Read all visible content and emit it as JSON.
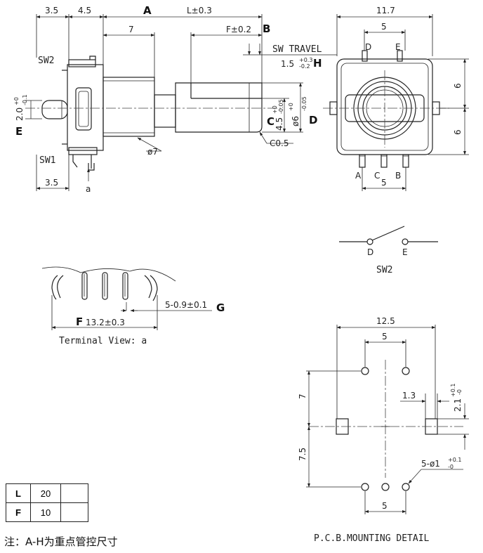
{
  "side_view": {
    "dim_3_5_top": "3.5",
    "dim_4_5": "4.5",
    "label_A": "A",
    "dim_L": "L±0.3",
    "dim_7": "7",
    "dim_F": "F±0.2",
    "label_B": "B",
    "sw_travel": "SW TRAVEL",
    "travel_value": "1.5",
    "travel_tol_plus": "+0.3",
    "travel_tol_minus": "-0.2",
    "label_H": "H",
    "label_SW2": "SW2",
    "label_SW1": "SW1",
    "dim_2_0": "2.0",
    "tol_2_0_plus": "+0",
    "tol_2_0_minus": "-0.1",
    "label_E": "E",
    "label_C": "C",
    "dim_4_5_shaft": "4.5",
    "tol_4_5_plus": "+0",
    "tol_4_5_minus": "-0.05",
    "dim_phi6": "ø6",
    "tol_phi6_plus": "+0",
    "tol_phi6_minus": "-0.05",
    "label_D": "D",
    "dim_phi7": "ø7",
    "chamfer": "C0.5",
    "dim_3_5_bottom": "3.5",
    "label_a": "a"
  },
  "front_view": {
    "dim_11_7": "11.7",
    "dim_5_top": "5",
    "dim_5_bottom": "5",
    "dim_6_upper": "6",
    "dim_6_lower": "6",
    "pin_D": "D",
    "pin_E": "E",
    "pin_A": "A",
    "pin_C": "C",
    "pin_B": "B"
  },
  "switch_symbol": {
    "pin_D": "D",
    "pin_E": "E",
    "label": "SW2"
  },
  "terminal_view": {
    "dim_pins": "5-0.9±0.1",
    "label_G": "G",
    "label_F": "F",
    "dim_13_2": "13.2±0.3",
    "caption": "Terminal View: a"
  },
  "pcb": {
    "dim_12_5": "12.5",
    "dim_5_top": "5",
    "dim_7": "7",
    "dim_1_3": "1.3",
    "dim_2_1": "2.1",
    "tol_2_1_plus": "+0.1",
    "tol_2_1_minus": "-0",
    "dim_7_5": "7.5",
    "dim_holes": "5-ø1",
    "tol_holes_plus": "+0.1",
    "tol_holes_minus": "-0",
    "dim_5_bottom": "5",
    "caption": "P.C.B.MOUNTING DETAIL"
  },
  "spec_table": {
    "rows": [
      {
        "key": "L",
        "value": "20",
        "extra": ""
      },
      {
        "key": "F",
        "value": "10",
        "extra": ""
      }
    ]
  },
  "note": "注：A-H为重点管控尺寸"
}
